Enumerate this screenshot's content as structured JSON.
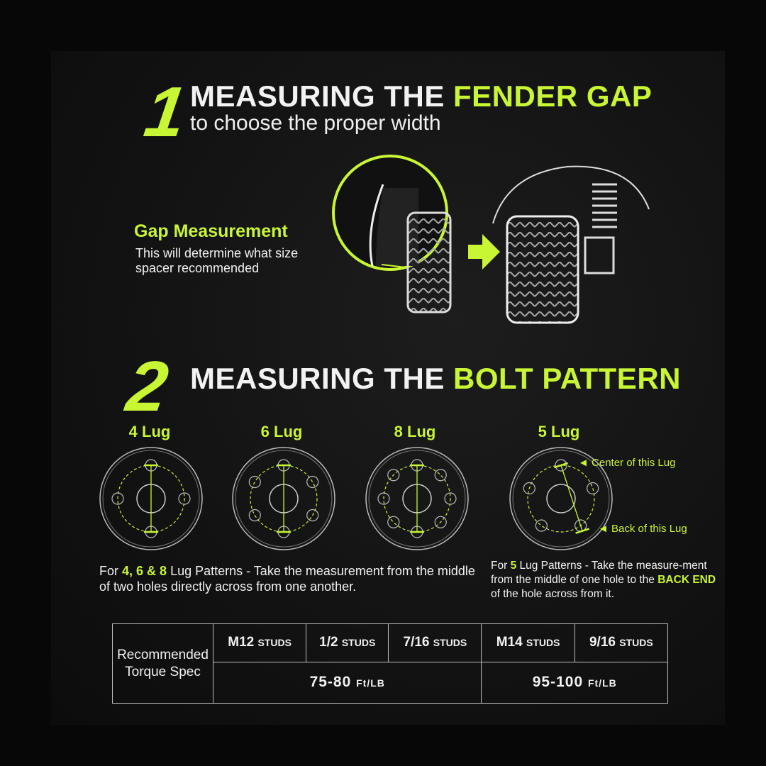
{
  "accent_color": "#c8f534",
  "section1": {
    "number": "1",
    "title_white": "MEASURING THE ",
    "title_accent": "FENDER GAP",
    "subtitle": "to choose the proper width",
    "gap_title": "Gap Measurement",
    "gap_desc": "This will determine what size spacer recommended"
  },
  "section2": {
    "number": "2",
    "title_white": "MEASURING THE ",
    "title_accent": "BOLT PATTERN",
    "lugs": [
      {
        "label": "4 Lug",
        "count": 4
      },
      {
        "label": "6 Lug",
        "count": 6
      },
      {
        "label": "8 Lug",
        "count": 8
      },
      {
        "label": "5 Lug",
        "count": 5
      }
    ],
    "callout_center": "◄ Center of this Lug",
    "callout_back": "◄ Back of this Lug",
    "note_even": {
      "pre": "For ",
      "accent": "4, 6 & 8",
      "post": " Lug Patterns - Take the measurement from the middle of two holes directly across from one another."
    },
    "note_five": {
      "pre": "For ",
      "accent": "5",
      "mid": " Lug Patterns - Take the measure-ment from the middle of one hole to the ",
      "accent2": "BACK END",
      "post": " of the hole across from it."
    }
  },
  "torque_table": {
    "row_label": "Recommended Torque Spec",
    "studs": [
      {
        "size": "M12",
        "unit": "STUDS"
      },
      {
        "size": "1/2",
        "unit": "STUDS"
      },
      {
        "size": "7/16",
        "unit": "STUDS"
      },
      {
        "size": "M14",
        "unit": "STUDS"
      },
      {
        "size": "9/16",
        "unit": "STUDS"
      }
    ],
    "specs": [
      {
        "value": "75-80",
        "unit": "Ft/LB"
      },
      {
        "value": "95-100",
        "unit": "Ft/LB"
      }
    ]
  }
}
